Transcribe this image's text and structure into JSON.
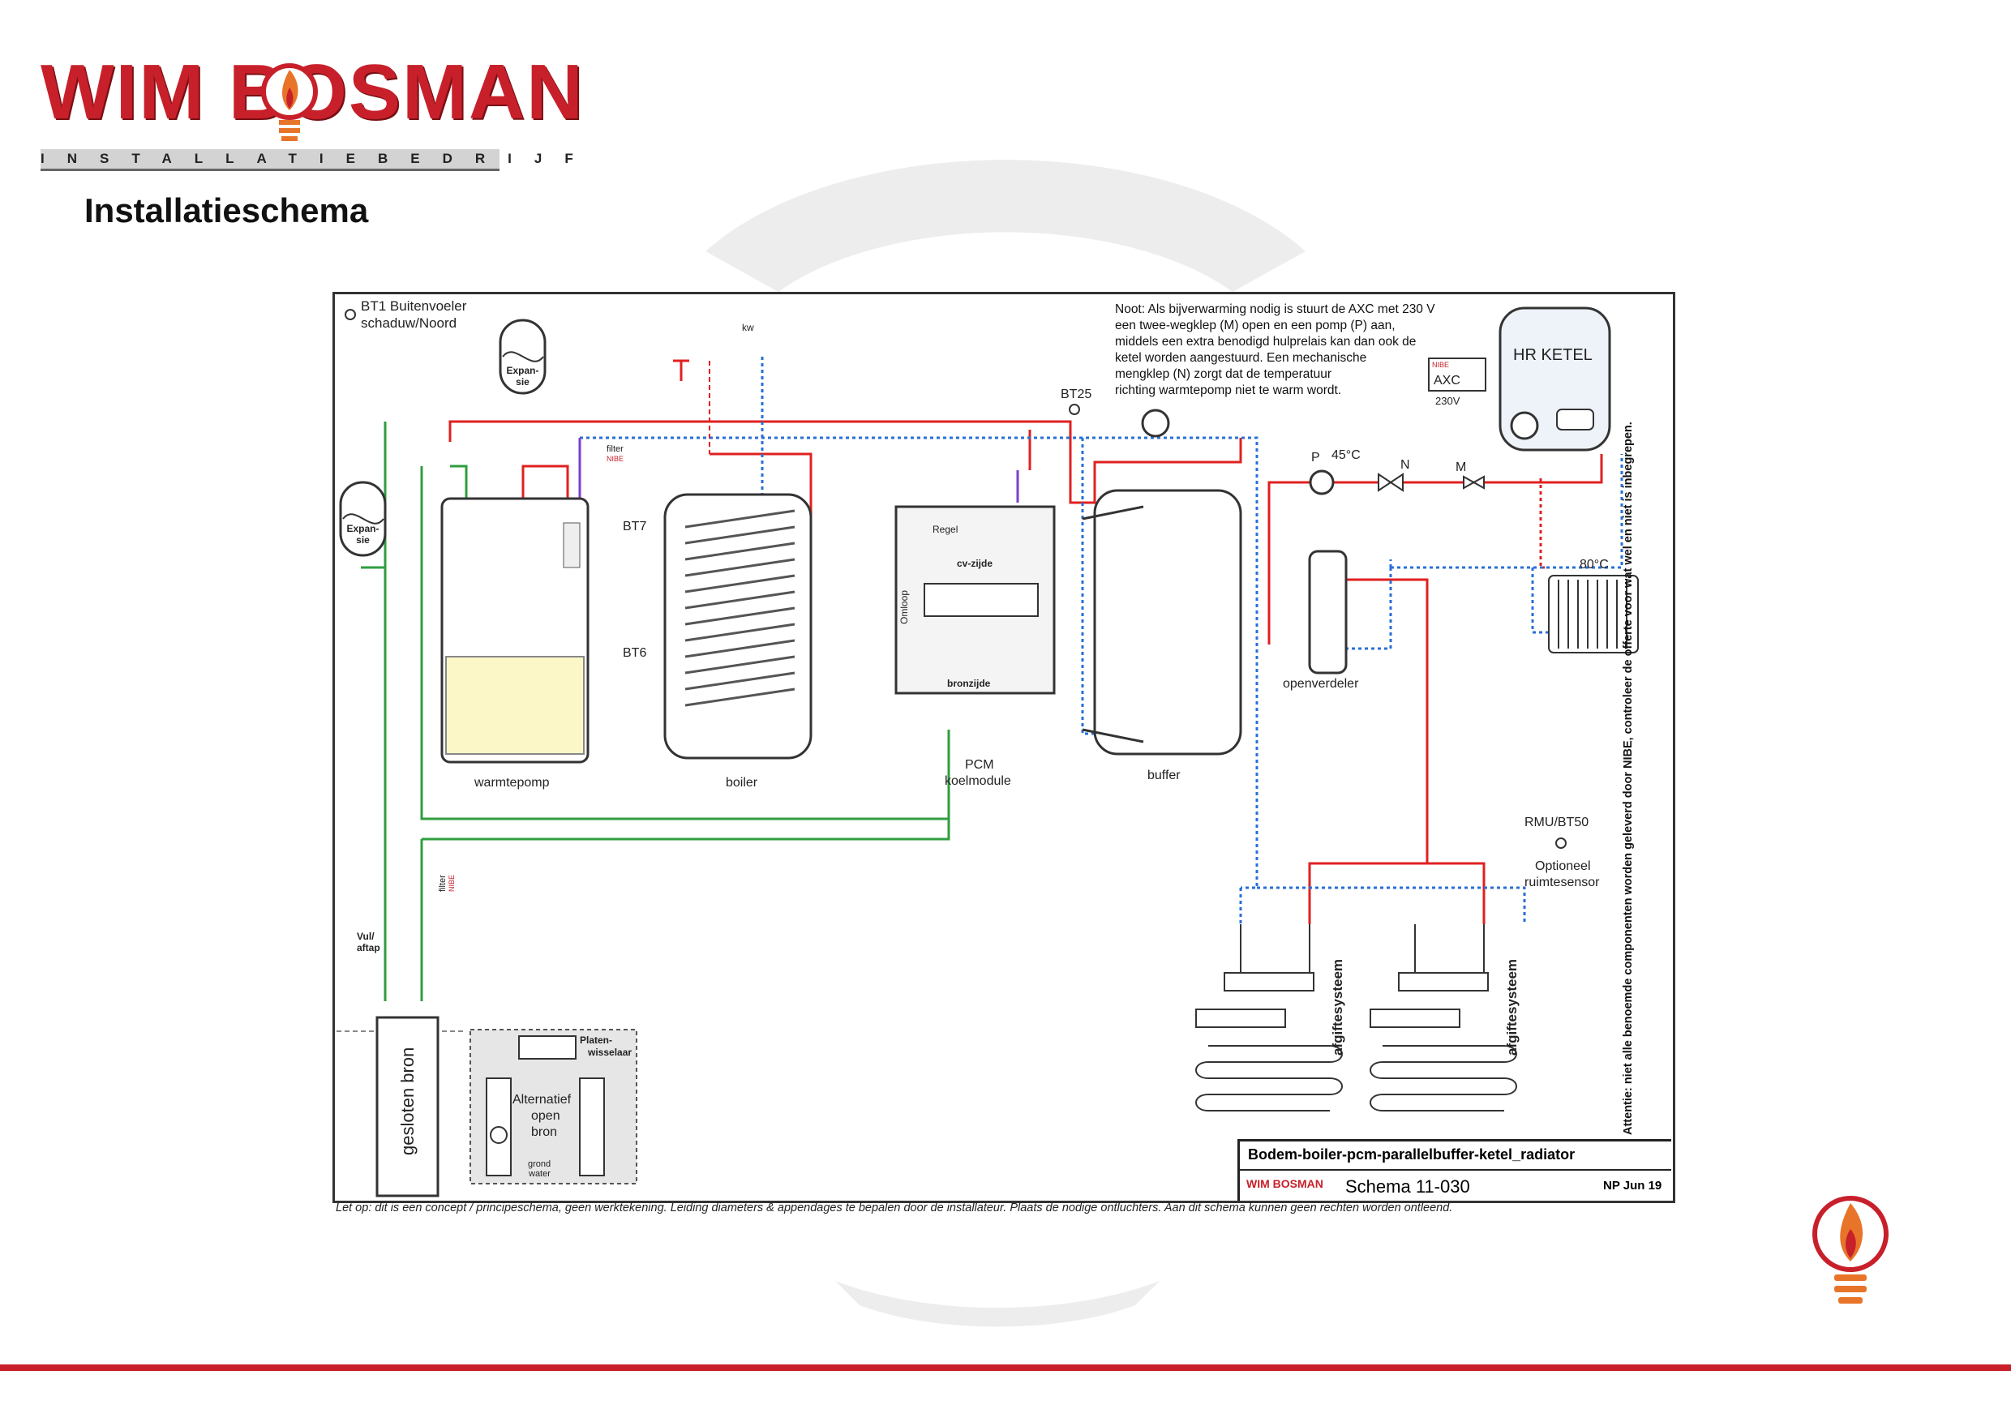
{
  "header": {
    "logo": "WIM BOSMAN",
    "logo_subtitle": "INSTALLATIEBEDRIJF",
    "page_title": "Installatieschema"
  },
  "diagram": {
    "labels": {
      "bt1": "BT1 Buitenvoeler",
      "bt1_sub": "schaduw/Noord",
      "expansie_top": "Expan-\nsie",
      "expansie_left": "Expan-\nsie",
      "kw": "kw",
      "filter_top": "filter",
      "nibe_top": "NIBE",
      "bt7": "BT7",
      "bt6": "BT6",
      "bt25": "BT25",
      "regel": "Regel",
      "cv_zijde": "cv-zijde",
      "omloop": "Omloop",
      "bronzijde": "bronzijde",
      "warmtepomp": "warmtepomp",
      "boiler": "boiler",
      "pcm_1": "PCM",
      "pcm_2": "koelmodule",
      "buffer": "buffer",
      "openverdeler": "openverdeler",
      "hr_ketel": "HR KETEL",
      "axc": "AXC",
      "nibe_axc": "NIBE",
      "v230": "230V",
      "p": "P",
      "t45": "45°C",
      "n": "N",
      "m": "M",
      "t80": "80°C",
      "rmu": "RMU/BT50",
      "optioneel": "Optioneel",
      "ruimtesensor": "ruimtesensor",
      "afgifte1": "afgiftesysteem",
      "afgifte2": "afgiftesysteem",
      "vul": "Vul/",
      "aftap": "aftap",
      "filter_bottom": "filter",
      "nibe_bottom": "NIBE",
      "gesloten_bron": "gesloten bron",
      "platen": "Platen-",
      "wisselaar": "wisselaar",
      "alt1": "Alternatief",
      "alt2": "open",
      "alt3": "bron",
      "grond": "grond",
      "water": "water"
    },
    "note": "Noot: Als bijverwarming nodig is stuurt de AXC met 230 V\neen twee-wegklep (M) open en een pomp (P) aan,\nmiddels een extra benodigd hulprelais kan dan ook de\nketel worden aangestuurd. Een mechanische\nmengklep (N) zorgt dat de temperatuur\nrichting warmtepomp niet te warm wordt.",
    "side_note": "Attentie: niet alle benoemde componenten worden geleverd door NIBE, controleer de offerte voor wat wel en niet is inbegrepen.",
    "title_block": {
      "title": "Bodem-boiler-pcm-parallelbuffer-ketel_radiator",
      "logo": "WIM BOSMAN",
      "schema": "Schema 11-030",
      "date": "NP Jun 19"
    },
    "footer_note": "Let op: dit is een concept / principeschema, geen werktekening. Leiding diameters & appendages te bepalen door de installateur. Plaats de nodige ontluchters.     Aan dit schema kunnen geen rechten worden ontleend.",
    "colors": {
      "red": "#e02020",
      "blue": "#2a6fd6",
      "green": "#2f9e3f",
      "purple": "#7a3fd0",
      "dark": "#333333",
      "brand": "#c8202a"
    }
  }
}
